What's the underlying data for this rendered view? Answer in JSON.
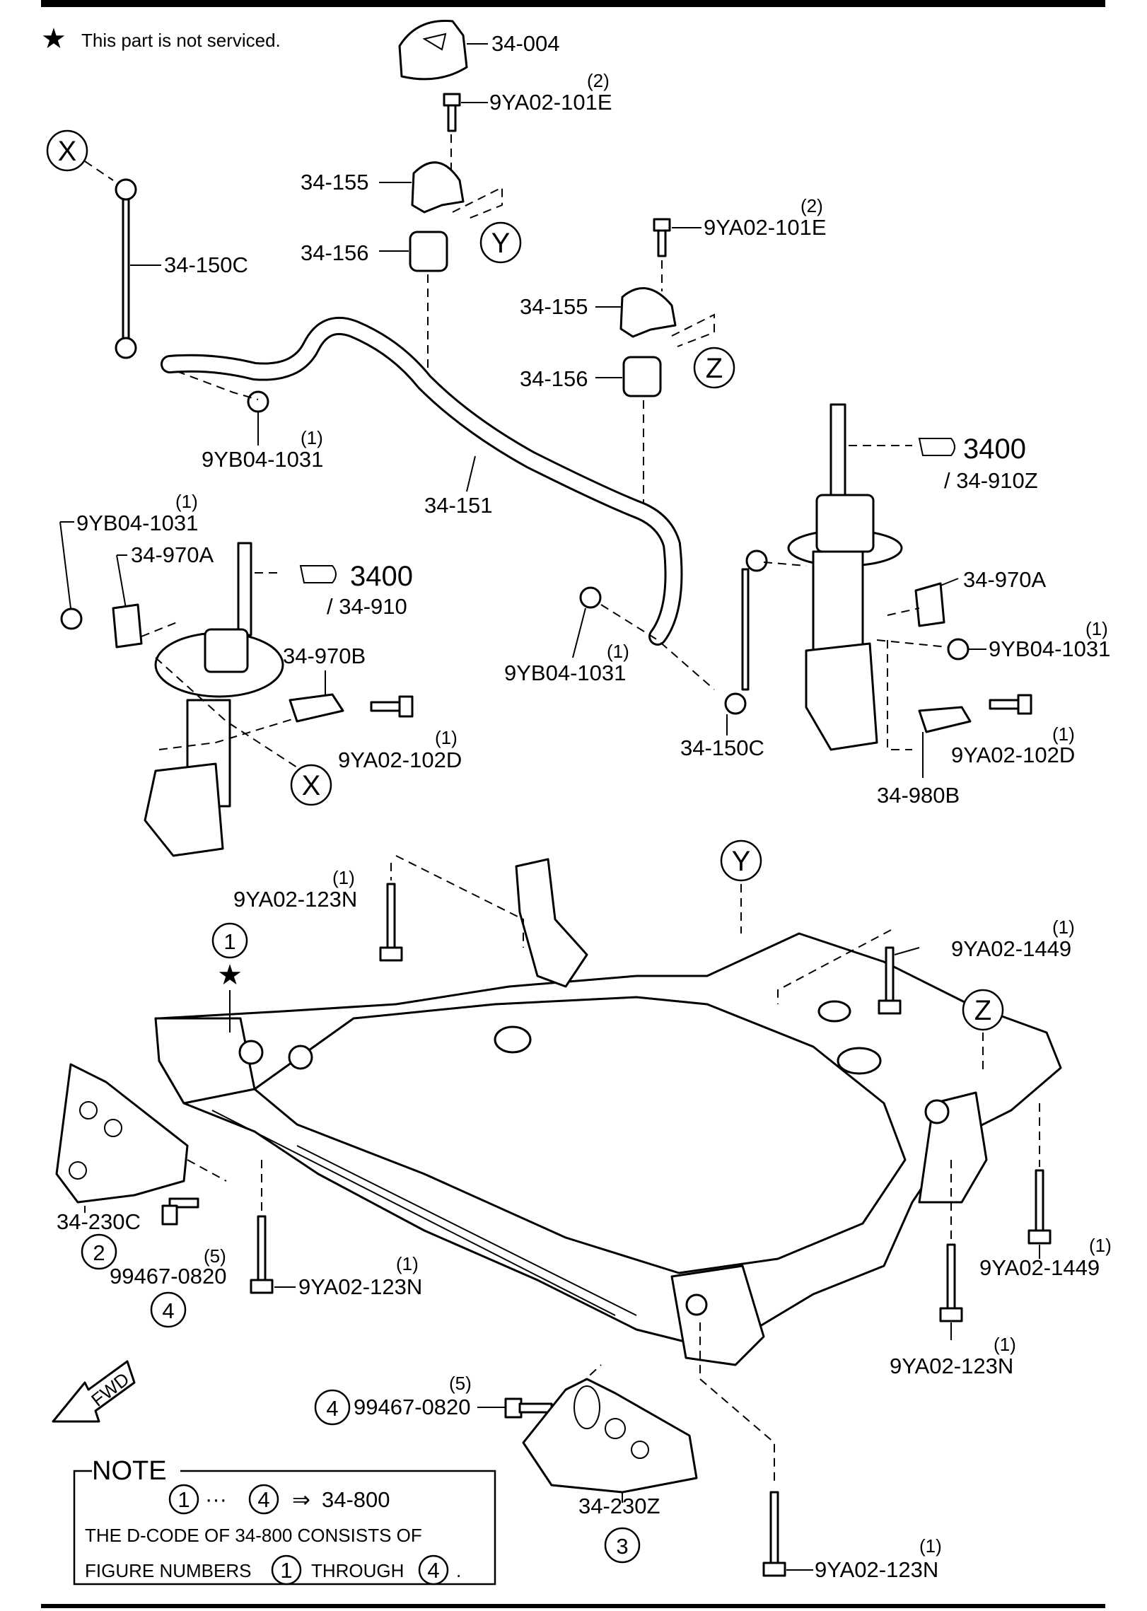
{
  "header_note": {
    "star": "★",
    "text": "This part is not serviced."
  },
  "labels": {
    "l34_004": "34-004",
    "bolt_top": "9YA02-101E",
    "bolt_top_qty": "(2)",
    "l34_155_a": "34-155",
    "l34_156_a": "34-156",
    "bolt_mid": "9YA02-101E",
    "bolt_mid_qty": "(2)",
    "l34_155_b": "34-155",
    "l34_156_b": "34-156",
    "l34_150c_a": "34-150C",
    "nut_a": "9YB04-1031",
    "nut_a_qty": "(1)",
    "l34_151": "34-151",
    "ref3400_a": "3400",
    "ref3400_a_sub": "/ 34-910Z",
    "nut_b": "9YB04-1031",
    "nut_b_qty": "(1)",
    "l34_970a_l": "34-970A",
    "ref3400_b": "3400",
    "ref3400_b_sub": "/ 34-910",
    "l34_970b": "34-970B",
    "bolt_102d_l": "9YA02-102D",
    "bolt_102d_l_qty": "(1)",
    "nut_c": "9YB04-1031",
    "nut_c_qty": "(1)",
    "l34_150c_b": "34-150C",
    "l34_970a_r": "34-970A",
    "nut_d": "9YB04-1031",
    "nut_d_qty": "(1)",
    "bolt_102d_r": "9YA02-102D",
    "bolt_102d_r_qty": "(1)",
    "l34_980b": "34-980B",
    "bolt_123n_a": "9YA02-123N",
    "bolt_123n_a_qty": "(1)",
    "bolt_1449_a": "9YA02-1449",
    "bolt_1449_a_qty": "(1)",
    "l34_230c": "34-230C",
    "bolt_0820_a": "99467-0820",
    "bolt_0820_a_qty": "(5)",
    "bolt_123n_b": "9YA02-123N",
    "bolt_123n_b_qty": "(1)",
    "bolt_1449_b": "9YA02-1449",
    "bolt_1449_b_qty": "(1)",
    "bolt_123n_c": "9YA02-123N",
    "bolt_123n_c_qty": "(1)",
    "bolt_0820_b": "99467-0820",
    "bolt_0820_b_qty": "(5)",
    "l34_230z": "34-230Z",
    "bolt_123n_d": "9YA02-123N",
    "bolt_123n_d_qty": "(1)",
    "fwd": "FWD"
  },
  "markers": {
    "x": "X",
    "y": "Y",
    "z": "Z",
    "n1": "1",
    "n2": "2",
    "n3": "3",
    "n4": "4",
    "star": "★"
  },
  "note_box": {
    "title": "NOTE",
    "range_from": "1",
    "range_dots": "···",
    "range_to": "4",
    "arrow": "⇒",
    "target": "34-800",
    "line2": "THE D-CODE OF  34-800  CONSISTS OF",
    "line3_pre": "FIGURE NUMBERS",
    "line3_a": "1",
    "line3_mid": "THROUGH",
    "line3_b": "4",
    "line3_end": "."
  }
}
